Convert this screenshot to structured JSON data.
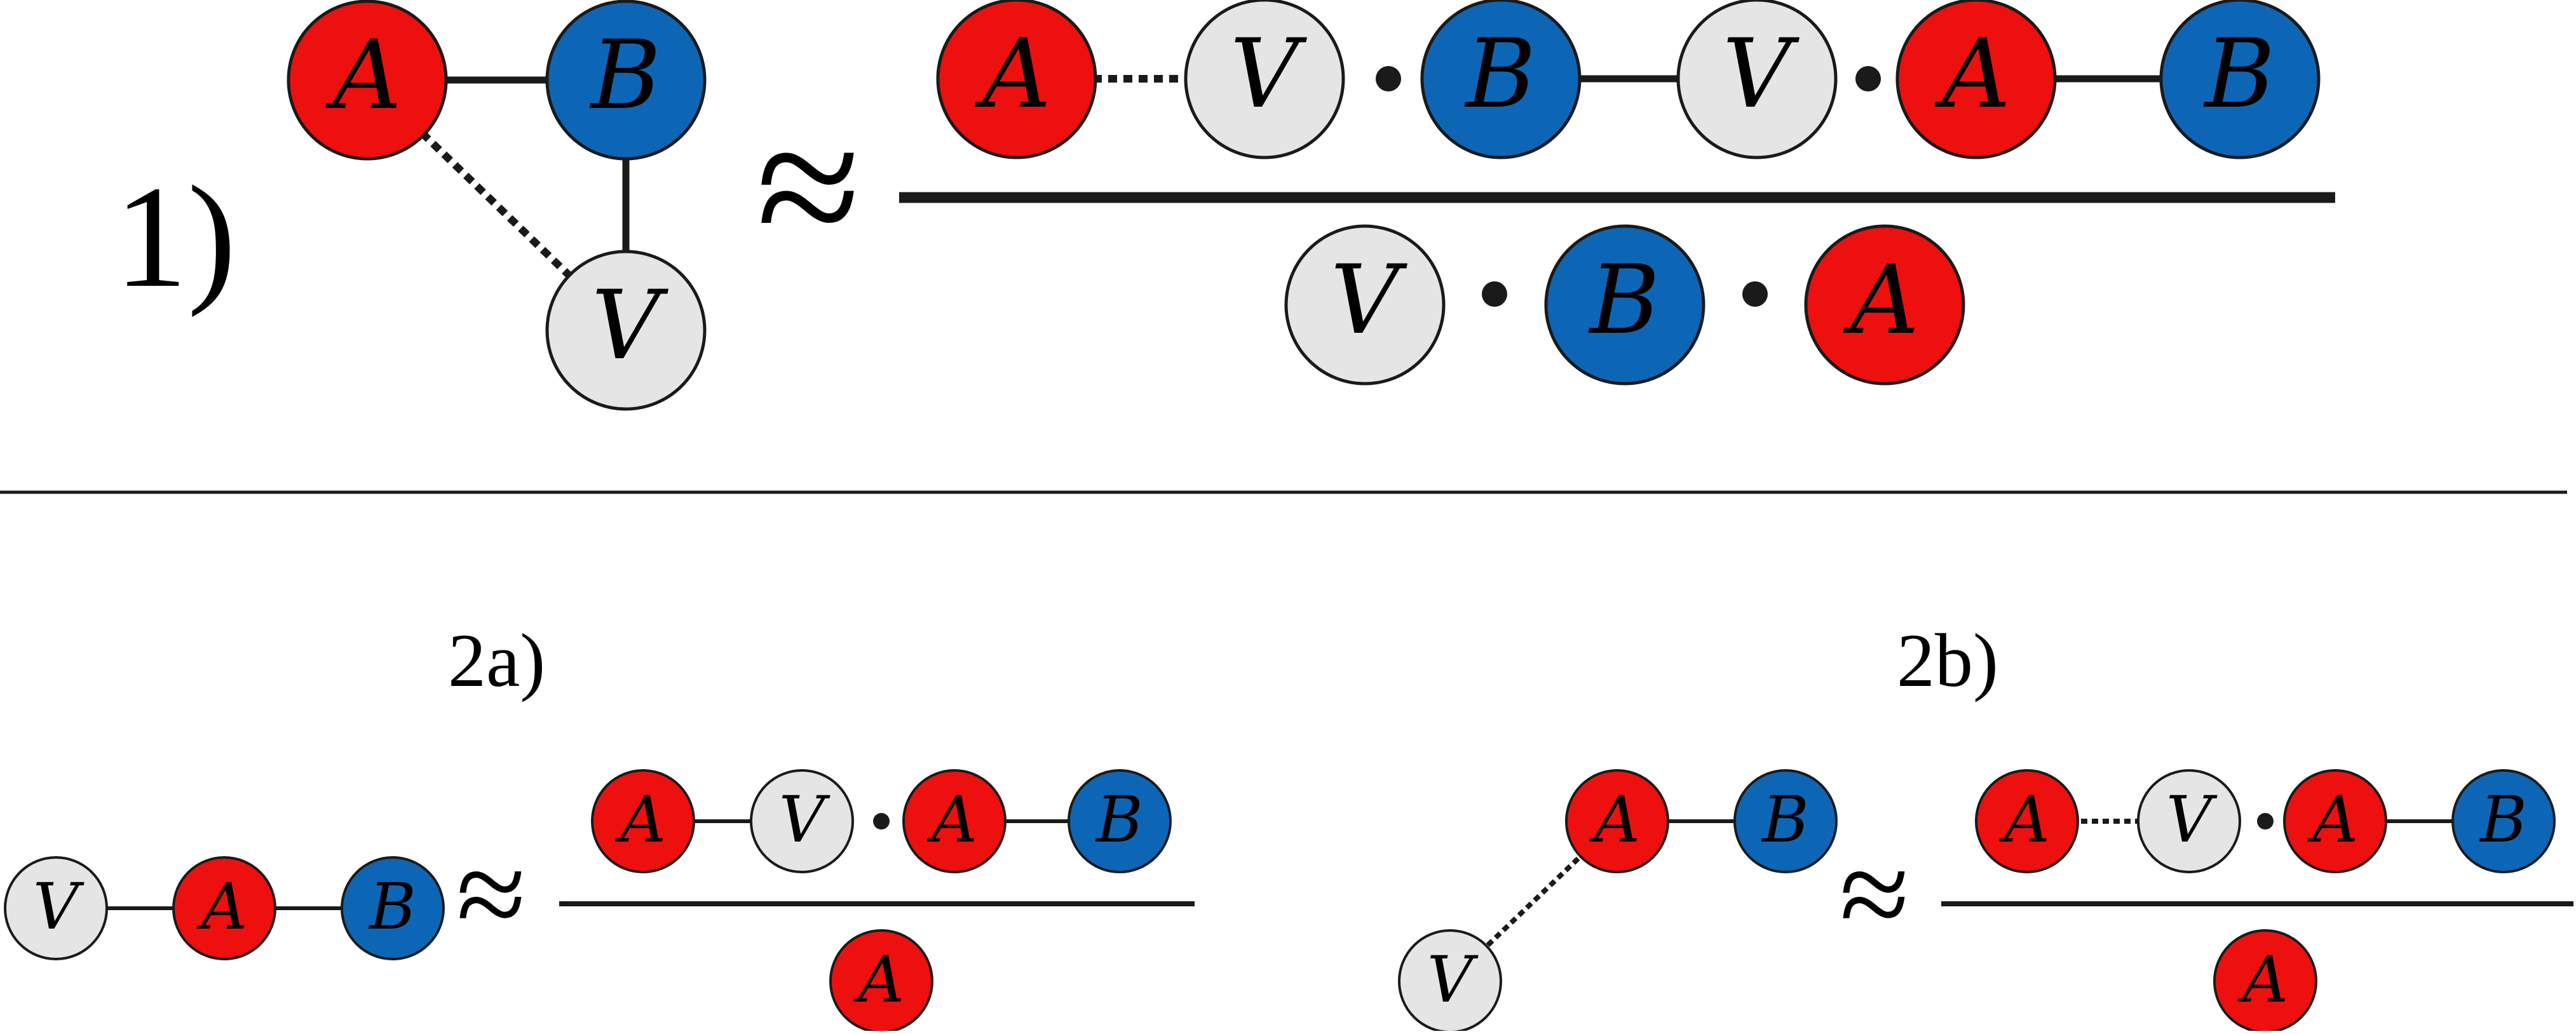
{
  "colors": {
    "A": "#ee0f0f",
    "B": "#0d66b5",
    "V": "#e5e5e5",
    "stroke": "#1a1a1a"
  },
  "labels": {
    "eq1": "1)",
    "eq2a": "2a)",
    "eq2b": "2b)",
    "approx": "≈",
    "dot": "·"
  },
  "nodes": {
    "A": "A",
    "B": "B",
    "V": "V"
  },
  "equations": [
    {
      "id": "1",
      "left_graph": {
        "nodes": [
          "A",
          "B",
          "V"
        ],
        "edges": [
          [
            "A",
            "B",
            "solid"
          ],
          [
            "B",
            "V",
            "solid"
          ],
          [
            "A",
            "V",
            "dotted"
          ]
        ]
      },
      "numerator": [
        [
          "A",
          "V",
          "dotted"
        ],
        [
          "B",
          "V",
          "solid"
        ],
        [
          "A",
          "B",
          "solid"
        ]
      ],
      "denominator": [
        "V",
        "B",
        "A"
      ]
    },
    {
      "id": "2a",
      "left_graph": {
        "nodes": [
          "V",
          "A",
          "B"
        ],
        "edges": [
          [
            "V",
            "A",
            "solid"
          ],
          [
            "A",
            "B",
            "solid"
          ]
        ]
      },
      "numerator": [
        [
          "A",
          "V",
          "solid"
        ],
        [
          "A",
          "B",
          "solid"
        ]
      ],
      "denominator": [
        "A"
      ]
    },
    {
      "id": "2b",
      "left_graph": {
        "nodes": [
          "A",
          "B",
          "V"
        ],
        "edges": [
          [
            "A",
            "B",
            "solid"
          ],
          [
            "A",
            "V",
            "dotted"
          ]
        ]
      },
      "numerator": [
        [
          "A",
          "V",
          "dotted"
        ],
        [
          "A",
          "B",
          "solid"
        ]
      ],
      "denominator": [
        "A"
      ]
    }
  ]
}
